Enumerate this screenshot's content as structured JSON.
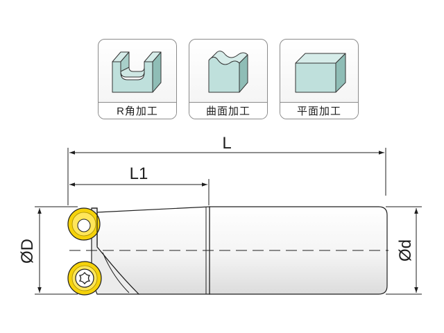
{
  "machining_types": [
    {
      "label": "R角加工"
    },
    {
      "label": "曲面加工"
    },
    {
      "label": "平面加工"
    }
  ],
  "dimensions": {
    "overall_length": "L",
    "head_length": "L1",
    "cutting_diameter": "ØD",
    "shank_diameter": "Ød"
  },
  "colors": {
    "block_fill": "#bfe0dc",
    "insert_yellow": "#f5d20a",
    "line": "#1e1e1e"
  }
}
